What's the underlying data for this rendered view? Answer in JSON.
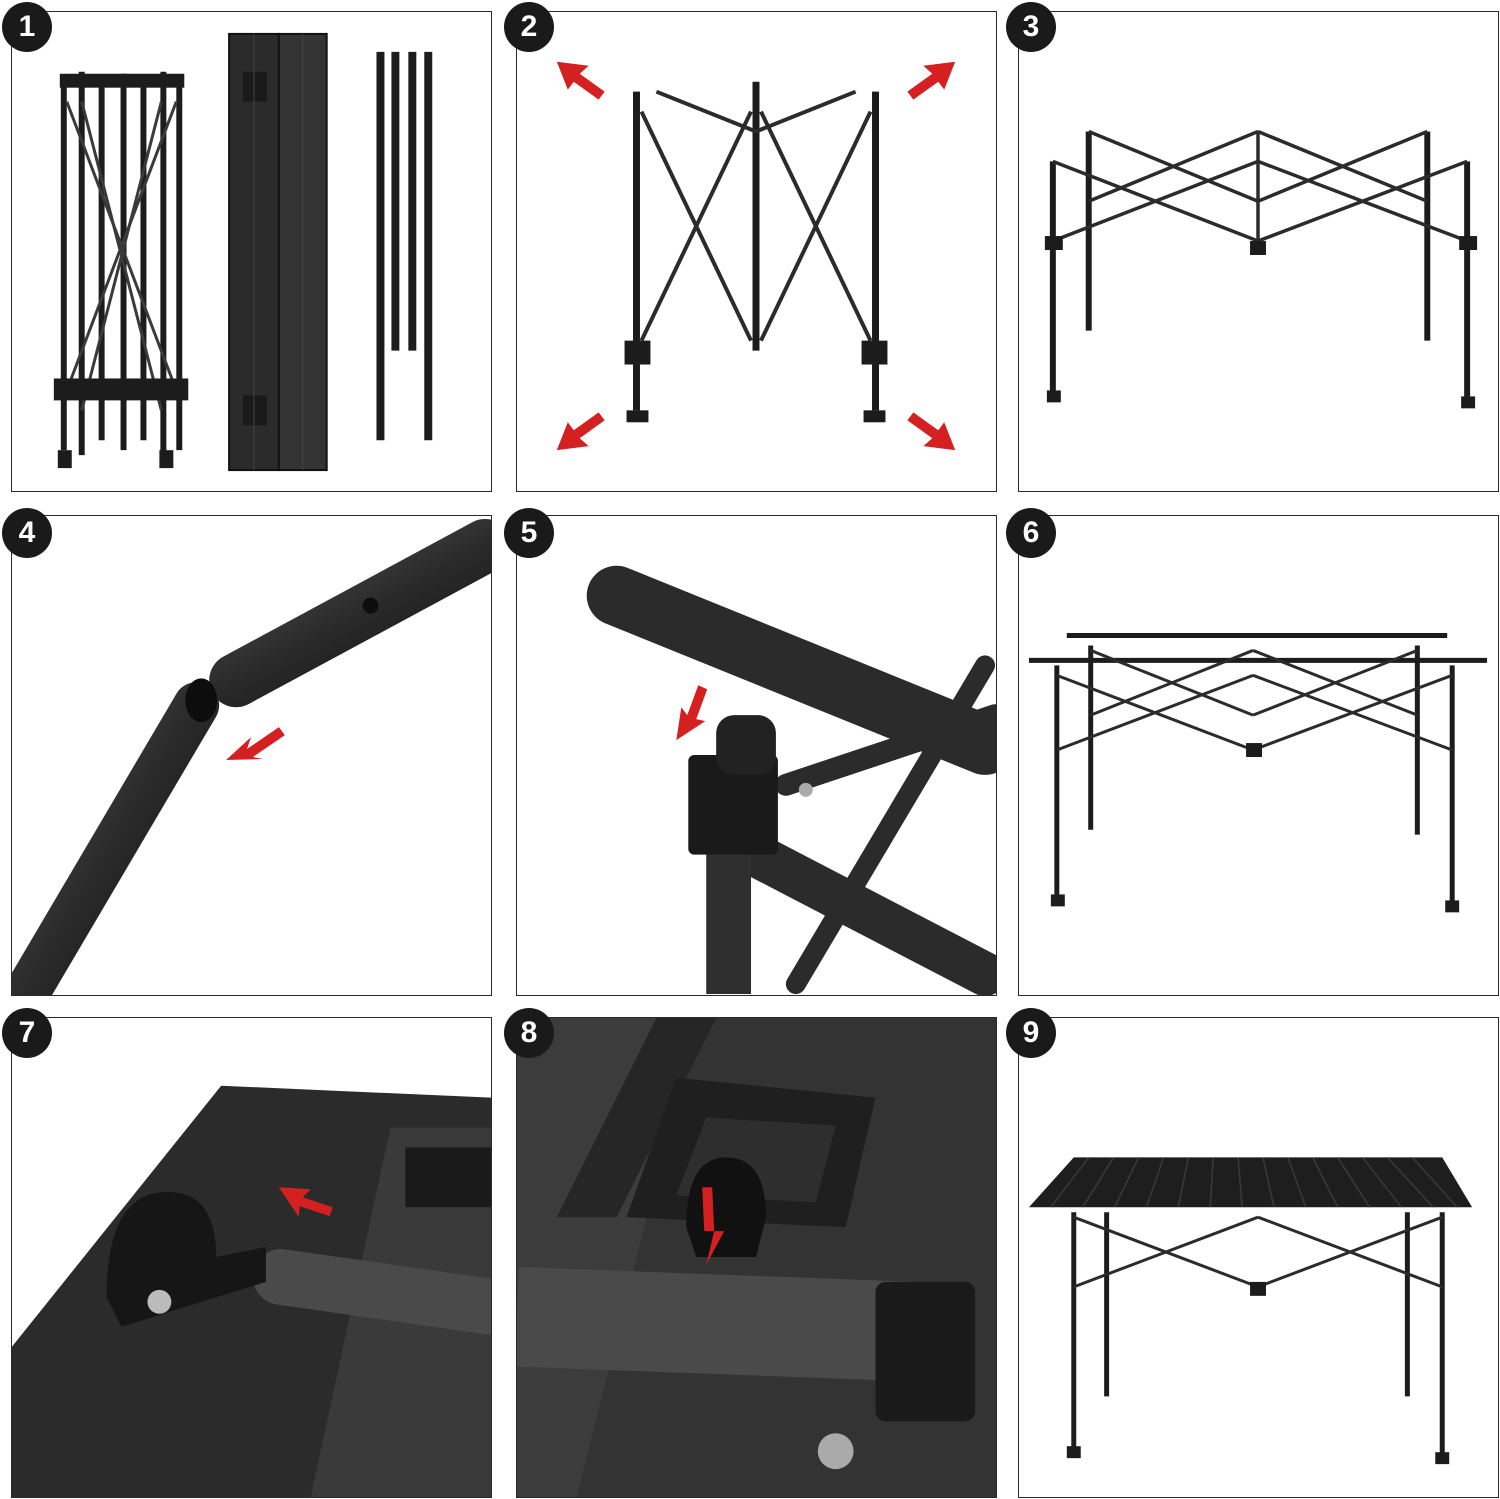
{
  "colors": {
    "frame": "#1c1c1c",
    "metal_dark": "#2b2b2b",
    "metal_mid": "#4a4a4a",
    "metal_light": "#8a8a8a",
    "arrow": "#d42020",
    "panel_border": "#2a2a2a",
    "badge_bg": "#1a1a1a",
    "badge_text": "#ffffff"
  },
  "steps": [
    {
      "number": "1",
      "icon": "folded-frame-and-tabletop-icon"
    },
    {
      "number": "2",
      "icon": "expanding-frame-icon"
    },
    {
      "number": "3",
      "icon": "expanded-frame-icon"
    },
    {
      "number": "4",
      "icon": "tube-connection-icon"
    },
    {
      "number": "5",
      "icon": "clip-tube-insert-icon"
    },
    {
      "number": "6",
      "icon": "frame-with-rails-icon"
    },
    {
      "number": "7",
      "icon": "tabletop-clip-icon"
    },
    {
      "number": "8",
      "icon": "underside-clip-icon"
    },
    {
      "number": "9",
      "icon": "assembled-table-icon"
    }
  ]
}
